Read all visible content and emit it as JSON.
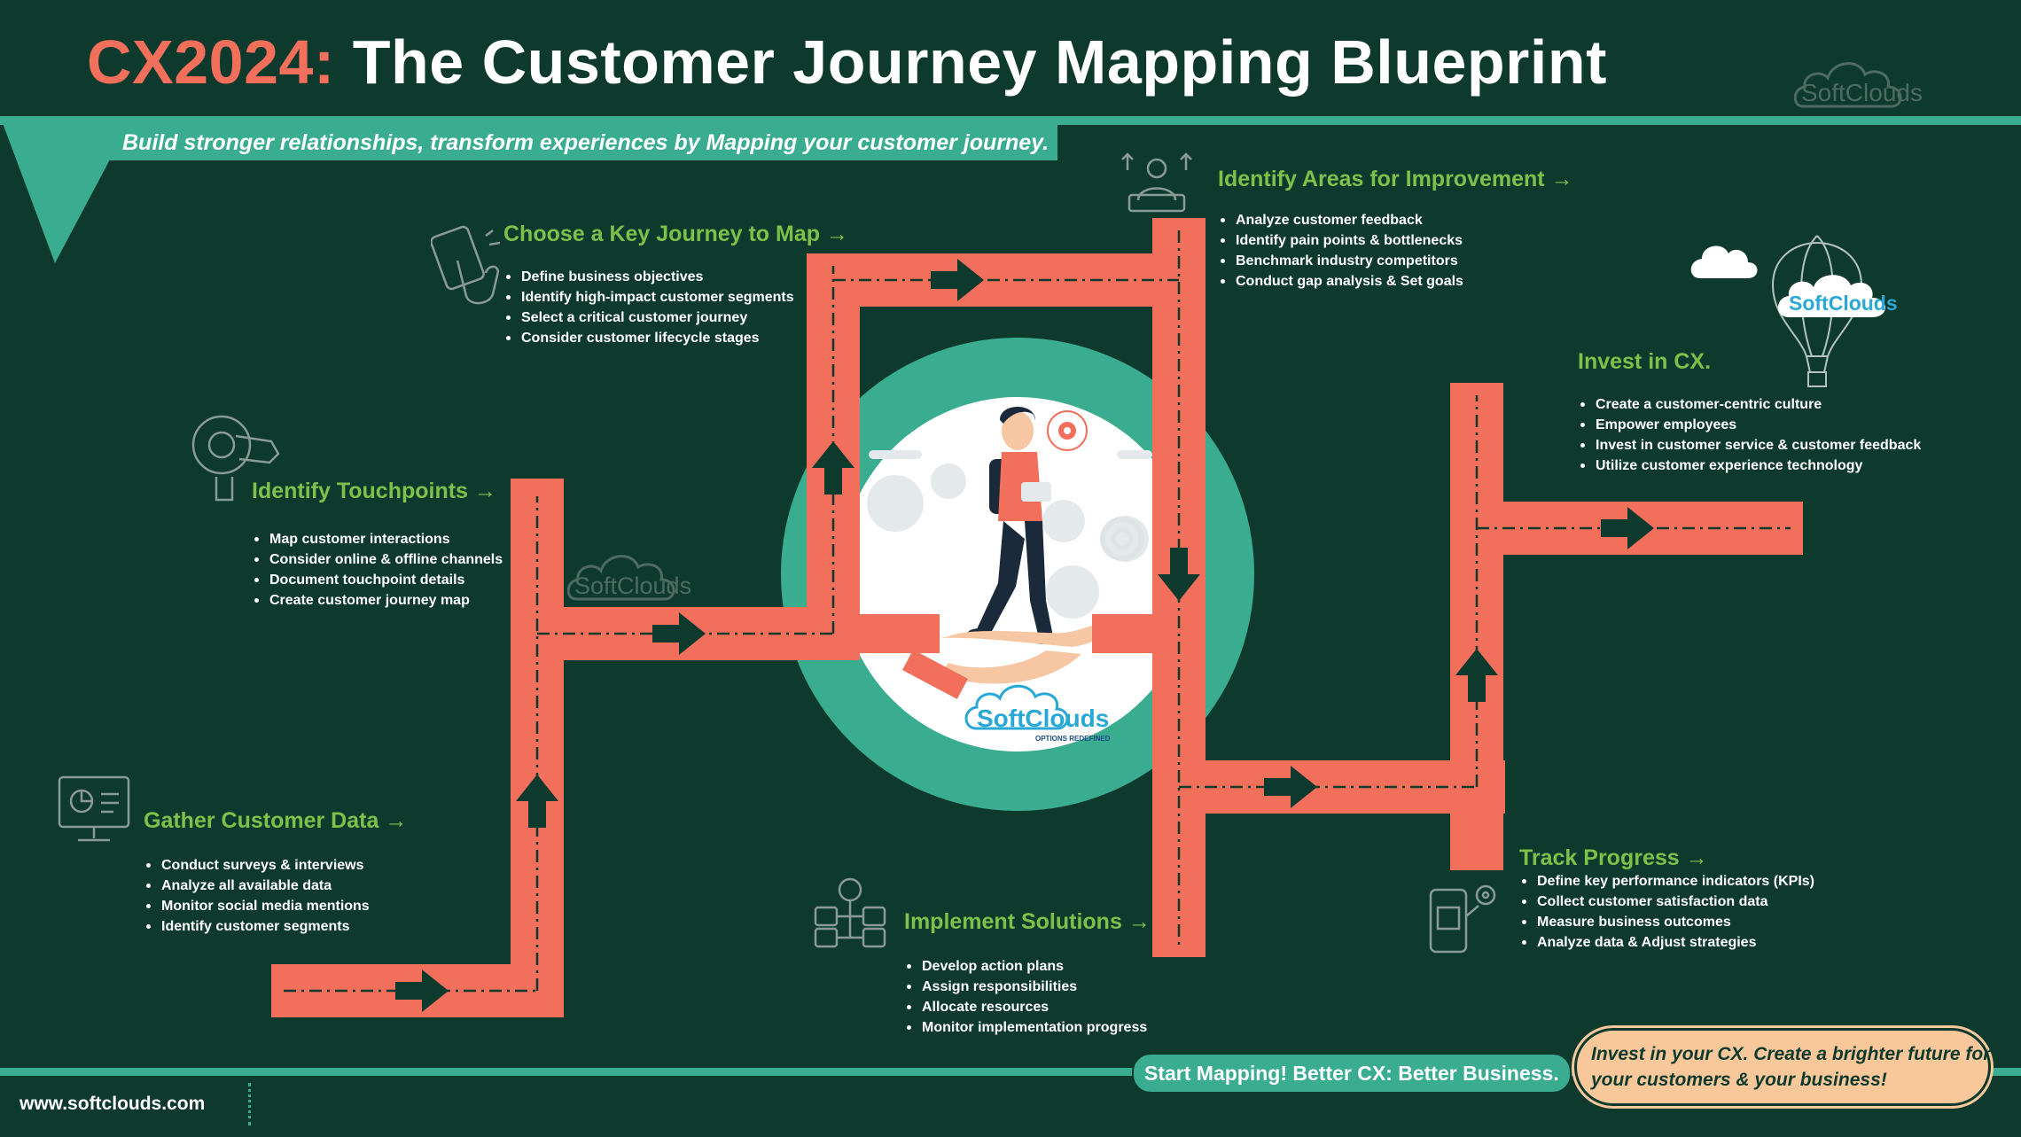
{
  "title": {
    "brand": "CX2024:",
    "rest": "The Customer Journey Mapping Blueprint"
  },
  "subtitle": "Build stronger relationships, transform experiences by Mapping your customer journey.",
  "logo_text": "SoftClouds",
  "logo_tagline": "OPTIONS REDEFINED",
  "steps": [
    {
      "title": "Gather Customer Data",
      "arrow": "→",
      "icon": "monitor-chart-icon",
      "items": [
        "Conduct surveys & interviews",
        "Analyze all available data",
        "Monitor social media mentions",
        "Identify customer segments"
      ]
    },
    {
      "title": "Identify Touchpoints",
      "arrow": "→",
      "icon": "touchpoint-hand-icon",
      "items": [
        "Map customer interactions",
        "Consider online & offline channels",
        "Document touchpoint details",
        "Create customer journey map"
      ]
    },
    {
      "title": "Choose a Key Journey to Map",
      "arrow": "→",
      "icon": "tap-hand-icon",
      "items": [
        "Define business objectives",
        "Identify high-impact customer segments",
        "Select a critical customer journey",
        "Consider customer lifecycle stages"
      ]
    },
    {
      "title": "Identify Areas for Improvement",
      "arrow": "→",
      "icon": "improvement-person-icon",
      "items": [
        "Analyze customer feedback",
        "Identify pain points & bottlenecks",
        "Benchmark industry competitors",
        "Conduct gap analysis & Set goals"
      ]
    },
    {
      "title": "Implement Solutions",
      "arrow": "→",
      "icon": "flowchart-icon",
      "items": [
        "Develop action plans",
        "Assign responsibilities",
        "Allocate resources",
        "Monitor implementation progress"
      ]
    },
    {
      "title": "Track Progress",
      "arrow": "→",
      "icon": "mobile-tracking-icon",
      "items": [
        "Define key performance indicators (KPIs)",
        "Collect customer satisfaction data",
        "Measure business outcomes",
        "Analyze data & Adjust strategies"
      ]
    },
    {
      "title": "Invest in CX.",
      "arrow": "",
      "icon": "hot-air-balloon-icon",
      "items": [
        "Create a customer-centric culture",
        "Empower employees",
        "Invest in customer service & customer feedback",
        "Utilize customer experience technology"
      ]
    }
  ],
  "footer": {
    "website": "www.softclouds.com",
    "cta_pill": "Start Mapping! Better CX: Better Business.",
    "cta_peach": [
      "Invest in your CX. Create a brighter future for",
      "your customers & your business!"
    ]
  },
  "colors": {
    "background": "#0e3a2e",
    "road": "#f26f5c",
    "teal": "#3aac8f",
    "heading": "#7cc14a",
    "peach": "#f8c79a"
  }
}
